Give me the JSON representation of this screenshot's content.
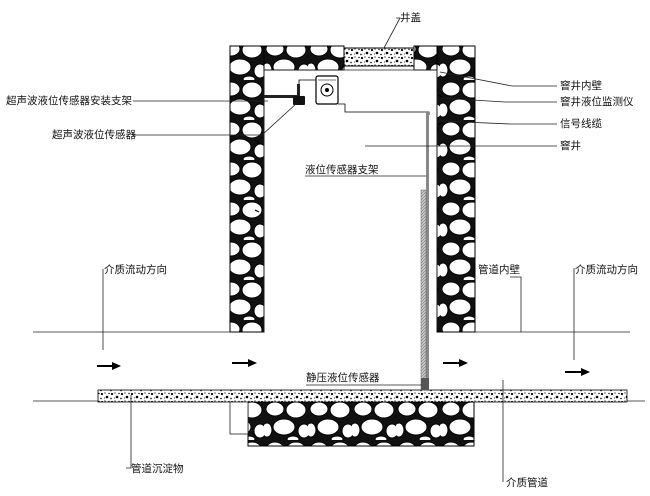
{
  "labels": {
    "manhole_cover": "井盖",
    "ultrasonic_bracket": "超声波液位传感器安装支架",
    "ultrasonic_sensor": "超声波液位传感器",
    "inner_wall": "窨井内壁",
    "level_monitor": "窨井液位监测仪",
    "signal_cable": "信号线缆",
    "manhole": "窨井",
    "sensor_bracket": "液位传感器支架",
    "flow_left": "介质流动方向",
    "pipe_inner_wall": "管道内壁",
    "flow_right": "介质流动方向",
    "pressure_sensor": "静压液位传感器",
    "sediment": "管道沉淀物",
    "pipe": "介质管道"
  }
}
